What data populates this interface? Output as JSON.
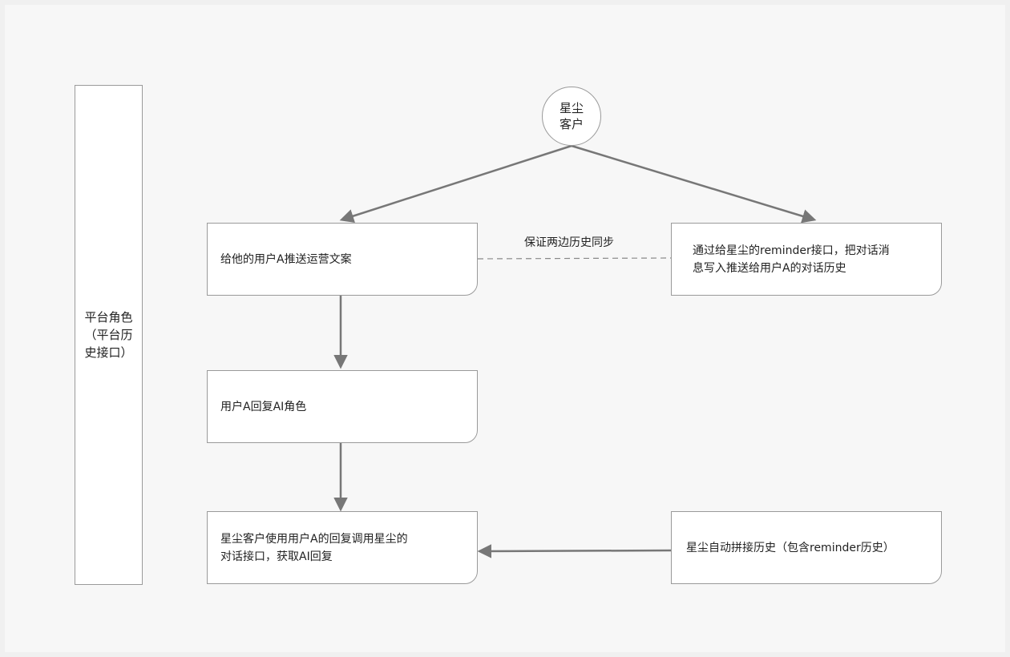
{
  "lane": {
    "line1": "平台角色",
    "line2": "（平台历",
    "line3": "史接口）"
  },
  "start_node": {
    "line1": "星尘",
    "line2": "客户"
  },
  "nodes": {
    "push_copy": "给他的用户A推送运营文案",
    "reminder_write": "通过给星尘的reminder接口，把对话消\n息写入推送给用户A的对话历史",
    "user_reply": "用户A回复AI角色",
    "call_dialog": "星尘客户使用用户A的回复调用星尘的\n对话接口，获取AI回复",
    "auto_concat": "星尘自动拼接历史（包含reminder历史）"
  },
  "edges": {
    "sync_label": "保证两边历史同步"
  },
  "colors": {
    "line": "#777777",
    "node_border": "#9a9a9a",
    "background": "#f7f7f7"
  }
}
